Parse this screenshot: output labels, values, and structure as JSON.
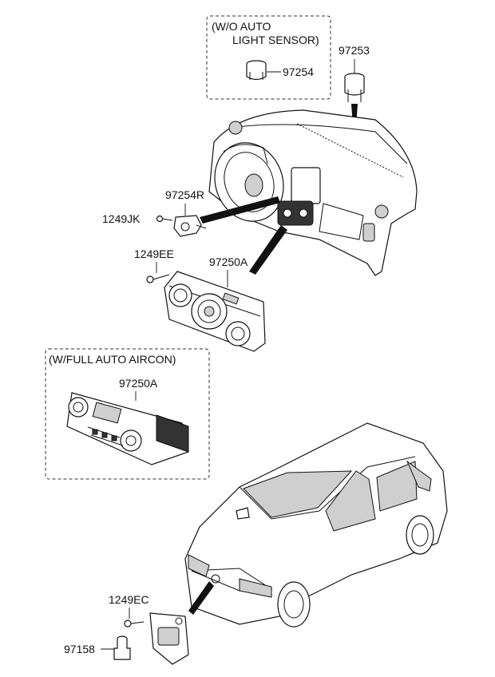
{
  "notes": {
    "wo_auto_line1": "(W/O AUTO",
    "wo_auto_line2": "LIGHT SENSOR)",
    "full_auto": "(W/FULL AUTO AIRCON)"
  },
  "parts": {
    "p97254": "97254",
    "p97253": "97253",
    "p97254R": "97254R",
    "p1249JK": "1249JK",
    "p1249EE": "1249EE",
    "p97250A_upper": "97250A",
    "p97250A_lower": "97250A",
    "p1249EC": "1249EC",
    "p97158": "97158"
  }
}
